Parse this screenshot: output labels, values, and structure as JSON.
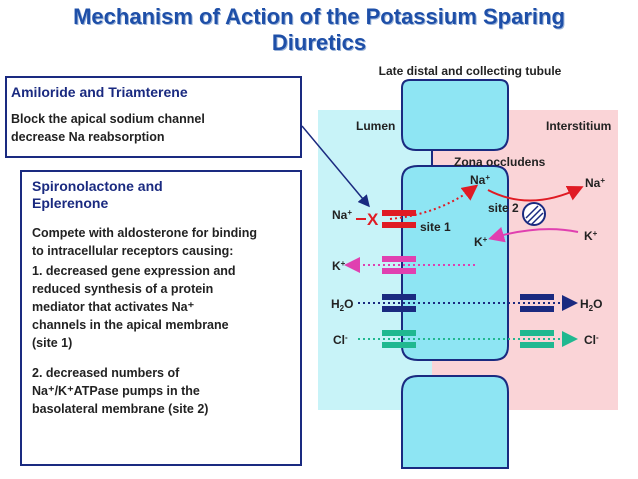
{
  "title": {
    "line1": "Mechanism of Action of the Potassium Sparing",
    "line2": "Diuretics"
  },
  "box1": {
    "heading": "Amiloride and Triamterene",
    "line1": "Block the apical sodium channel",
    "line2": "decrease Na reabsorption"
  },
  "box2": {
    "heading1": "Spironolactone and",
    "heading2": "Eplerenone",
    "intro1": "Compete with aldosterone for binding",
    "intro2": "to intracellular receptors causing:",
    "item1": [
      "1. decreased gene expression and",
      "reduced synthesis of a protein",
      "mediator that activates Na⁺",
      "channels in the apical membrane",
      "(site 1)"
    ],
    "item2": [
      "2. decreased numbers of",
      "Na⁺/K⁺ATPase pumps in the",
      "basolateral membrane (site 2)"
    ]
  },
  "diagram": {
    "tubule_label": "Late distal and collecting tubule",
    "lumen": "Lumen",
    "interstitium": "Interstitium",
    "zona": "Zona occludens",
    "site1": "site 1",
    "site2": "site 2",
    "block_mark": "X",
    "ions": {
      "na": "Na",
      "k": "K",
      "h2o_h": "H",
      "h2o_o": "O",
      "h2o_sub": "2",
      "cl": "Cl",
      "plus": "+",
      "minus": "-"
    },
    "colors": {
      "lumen_bg": "#c8f3f8",
      "interstitium_bg": "#fad4d7",
      "cell_fill": "#8ee5f3",
      "cell_stroke": "#1a2a80",
      "na_channel": "#e01b24",
      "k_channel": "#e040b0",
      "water_channel": "#1a2a80",
      "cl_channel": "#20b890",
      "title": "#1e4fa8"
    }
  }
}
